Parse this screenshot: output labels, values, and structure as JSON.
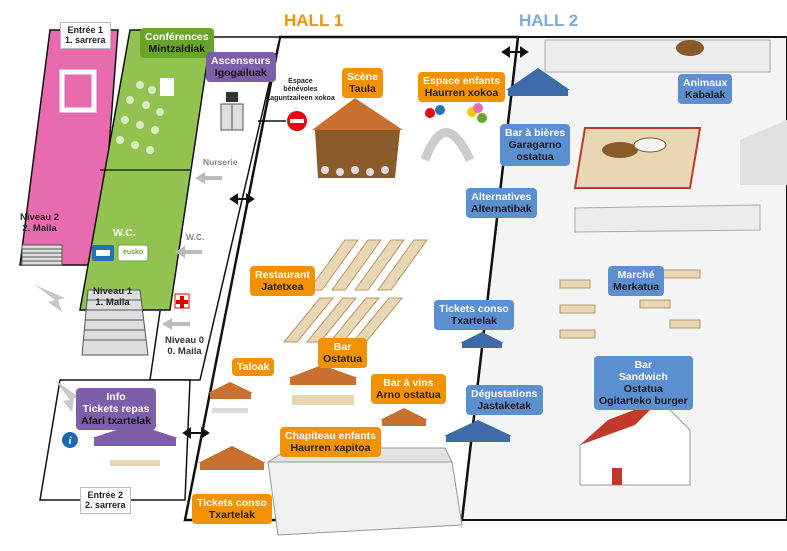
{
  "halls": {
    "hall1": "HALL 1",
    "hall2": "HALL 2"
  },
  "colors": {
    "orange": "#f39200",
    "blue": "#5b8fcf",
    "purple": "#7d5ea8",
    "green": "#6aa52b",
    "pink": "#e86bb0",
    "hall1_title": "#f39200",
    "hall2_title": "#7fa9d8"
  },
  "entries": {
    "entree1": {
      "l1": "Entrée 1",
      "l2": "1. sarrera"
    },
    "entree2": {
      "l1": "Entrée 2",
      "l2": "2. sarrera"
    }
  },
  "floors": {
    "niveau2": {
      "l1": "Niveau 2",
      "l2": "2. Maila"
    },
    "niveau1": {
      "l1": "Niveau 1",
      "l2": "1. Maila"
    },
    "niveau0": {
      "l1": "Niveau 0",
      "l2": "0. Maila"
    }
  },
  "labels": {
    "conferences": {
      "l1": "Conférences",
      "l2": "Mintzaldiak"
    },
    "ascenseurs": {
      "l1": "Ascenseurs",
      "l2": "Igogailuak"
    },
    "scene": {
      "l1": "Scène",
      "l2": "Taula"
    },
    "espace_enfants": {
      "l1": "Espace enfants",
      "l2": "Haurren xokoa"
    },
    "bar_bieres": {
      "l1": "Bar à bières",
      "l2": "Garagarno",
      "l3": "ostatua"
    },
    "animaux": {
      "l1": "Animaux",
      "l2": "Kabalak"
    },
    "alternatives": {
      "l1": "Alternatives",
      "l2": "Alternatibak"
    },
    "restaurant": {
      "l1": "Restaurant",
      "l2": "Jatetxea"
    },
    "marche": {
      "l1": "Marché",
      "l2": "Merkatua"
    },
    "tickets_conso_hall2": {
      "l1": "Tickets conso",
      "l2": "Txartelak"
    },
    "bar_ostatua": {
      "l1": "Bar",
      "l2": "Ostatua"
    },
    "bar_sandwich": {
      "l1": "Bar",
      "l2": "Sandwich",
      "l3": "Ostatua",
      "l4": "Ogitarteko burger"
    },
    "taloak": {
      "l1": "Taloak"
    },
    "bar_vins": {
      "l1": "Bar à vins",
      "l2": "Arno ostatua"
    },
    "degustations": {
      "l1": "Dégustations",
      "l2": "Jastaketak"
    },
    "info": {
      "l1": "Info",
      "l2": "Tickets repas",
      "l3": "Afari txartelak"
    },
    "chapiteau": {
      "l1": "Chapiteau enfants",
      "l2": "Haurren xapitoa"
    },
    "tickets_conso_hall1": {
      "l1": "Tickets conso",
      "l2": "Txartelak"
    },
    "wc_green": {
      "l1": "W.C."
    }
  },
  "small": {
    "espace_benevoles": {
      "l1": "Espace",
      "l2": "bénévoles",
      "l3": "Laguntzaileen xokoa"
    },
    "nurserie": "Nurserie",
    "wc_grey": "W.C.",
    "eusko": "eusko"
  },
  "icons": [
    "elevator-icon",
    "no-entry-icon",
    "first-aid-icon",
    "info-icon",
    "card-payment-icon",
    "eusko-logo-icon"
  ]
}
